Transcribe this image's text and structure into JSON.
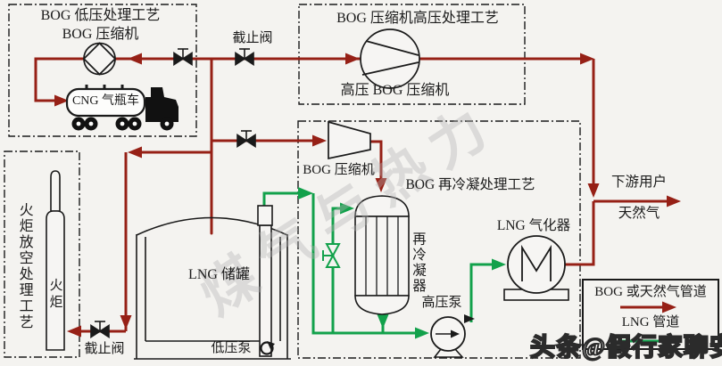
{
  "diagram": {
    "box_low_pressure": {
      "title": "BOG 低压处理工艺",
      "subtitle": "BOG 压缩机"
    },
    "box_high_pressure": {
      "title": "BOG 压缩机高压处理工艺",
      "compressor": "高压 BOG 压缩机"
    },
    "box_recondensation": {
      "title": "BOG 再冷凝处理工艺",
      "compressor": "BOG 压缩机"
    },
    "box_flare": {
      "title": "火炬放空处理工艺",
      "flare": "火炬"
    },
    "valve_top": "截止阀",
    "valve_flare": "截止阀",
    "truck": "CNG 气瓶车",
    "tank": "LNG 储罐",
    "lp_pump": "低压泵",
    "recondenser": "再冷凝器",
    "hp_pump": "高压泵",
    "vaporizer": "LNG 气化器",
    "downstream": "下游用户",
    "natural_gas": "天然气"
  },
  "legend": {
    "gas_line": "BOG 或天然气管道",
    "lng_line": "LNG 管道"
  },
  "watermark": {
    "diagonal": "煤气与热力",
    "byline": "头条@假行家聊安全"
  },
  "colors": {
    "gas_pipe": "#962016",
    "lng_pipe": "#12a14b",
    "ink": "#1a1a1a",
    "background": "#f4f3f0"
  }
}
